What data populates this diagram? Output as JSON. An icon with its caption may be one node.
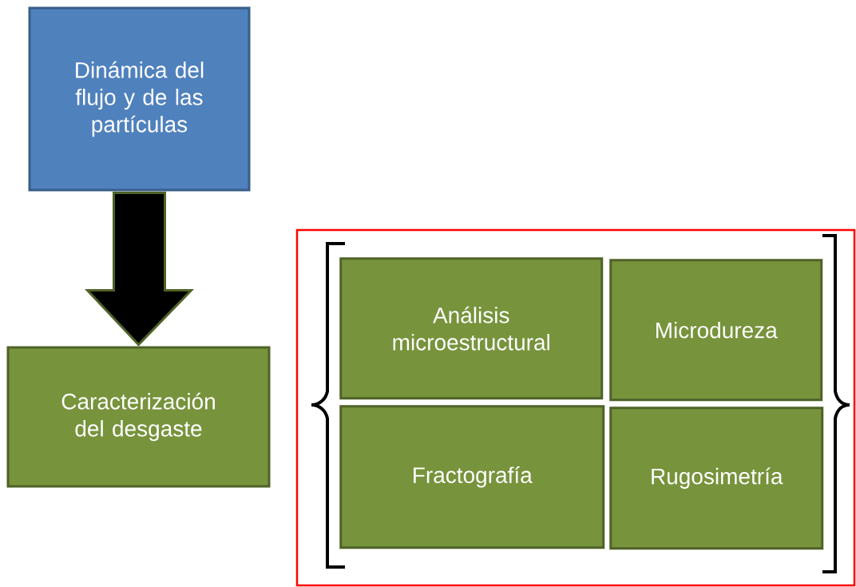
{
  "diagram": {
    "nodes": [
      {
        "text": [
          "Dinámica del flujo y de las partículas"
        ]
      },
      {
        "text": [
          "Caracterización del desgaste"
        ]
      },
      {
        "text": [],
        "shape": "box"
      },
      {
        "text": [
          "Análisis microestructural"
        ],
        "in": 2
      },
      {
        "text": [
          "Microdureza"
        ],
        "in": 2
      },
      {
        "text": [
          "Fractografía"
        ],
        "in": 2
      },
      {
        "text": [
          "Rugosimetría"
        ],
        "in": 2
      }
    ],
    "edges": [
      {
        "from": 0,
        "to": 1,
        "arrow": "to",
        "style": "thick"
      }
    ]
  }
}
